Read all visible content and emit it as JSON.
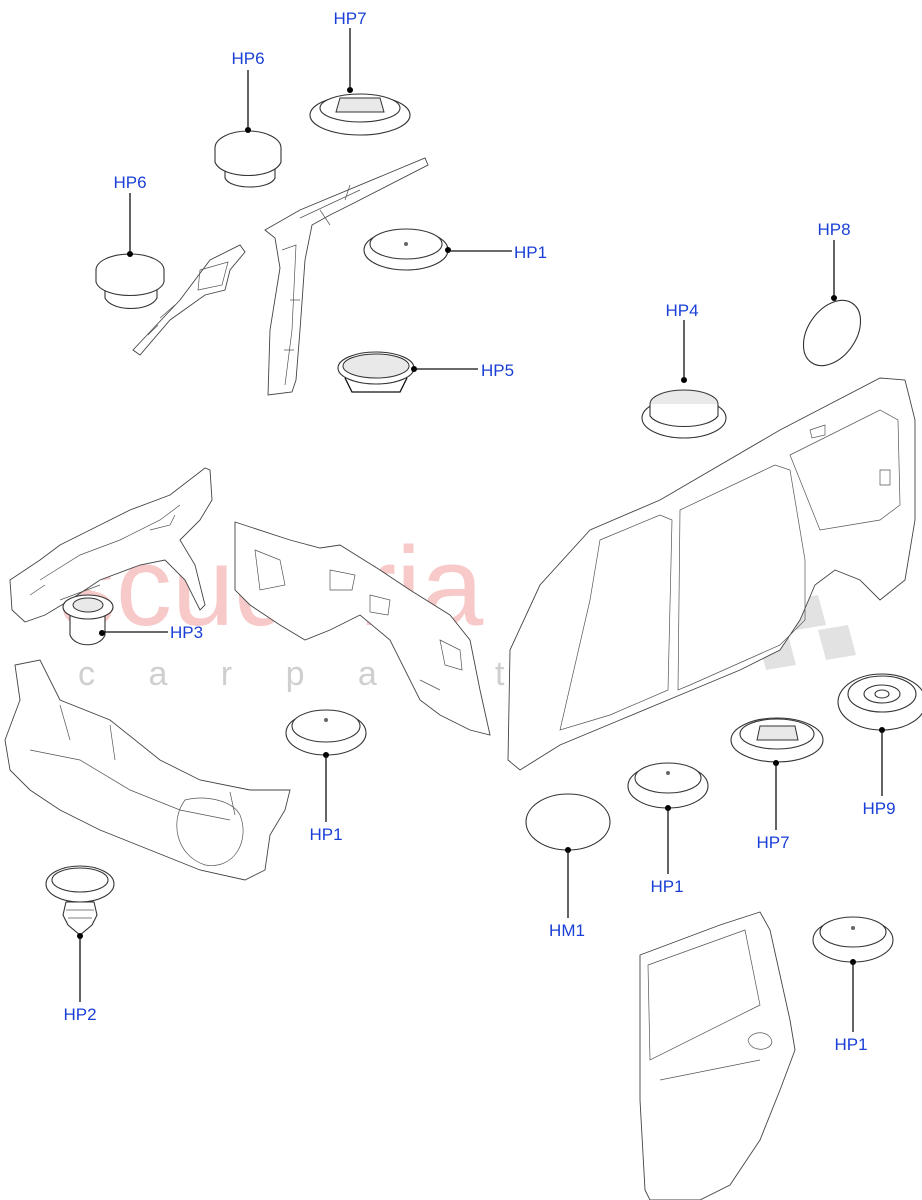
{
  "watermark": {
    "main": "scuderia",
    "sub": "c a r   p a r t s"
  },
  "callouts": [
    {
      "code": "HP7"
    },
    {
      "code": "HP6"
    },
    {
      "code": "HP6"
    },
    {
      "code": "HP1"
    },
    {
      "code": "HP5"
    },
    {
      "code": "HP8"
    },
    {
      "code": "HP4"
    },
    {
      "code": "HP3"
    },
    {
      "code": "HP1"
    },
    {
      "code": "HP2"
    },
    {
      "code": "HM1"
    },
    {
      "code": "HP1"
    },
    {
      "code": "HP7"
    },
    {
      "code": "HP9"
    },
    {
      "code": "HP1"
    }
  ]
}
